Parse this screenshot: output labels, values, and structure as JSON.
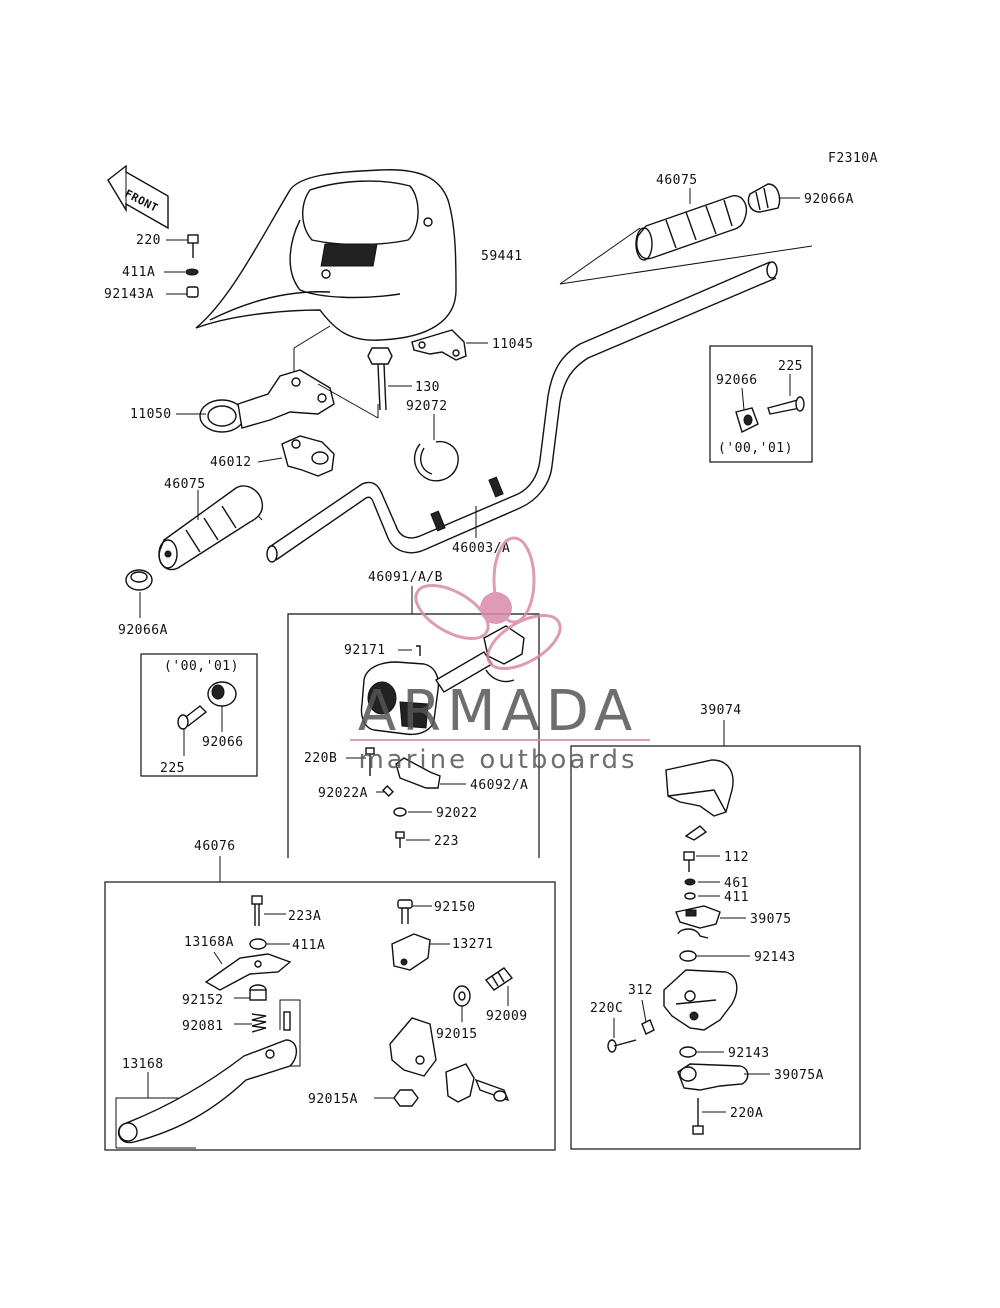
{
  "figure_code": "F2310A",
  "front_label": "FRONT",
  "inset_years": "('00,'01)",
  "watermark": {
    "brand": "ARMADA",
    "tagline": "marine outboards",
    "pink": "#d98aa8",
    "gray": "#7a7a7a"
  },
  "labels": {
    "p220": "220",
    "p411A": "411A",
    "p92143A": "92143A",
    "p59441": "59441",
    "p11045": "11045",
    "p130": "130",
    "p92072": "92072",
    "p11050": "11050",
    "p46012": "46012",
    "p46075_left": "46075",
    "p46075_right": "46075",
    "p92066A_right": "92066A",
    "p92066A_left": "92066A",
    "p46003A": "46003/A",
    "p92066_top": "92066",
    "p225_top": "225",
    "p46091": "46091/A/B",
    "p92171": "92171",
    "p220B": "220B",
    "p46092": "46092/A",
    "p92022A": "92022A",
    "p92022": "92022",
    "p223": "223",
    "p92066_left": "92066",
    "p225_left": "225",
    "p39074": "39074",
    "p46076": "46076",
    "p223A": "223A",
    "p411A_b": "411A",
    "p13168A": "13168A",
    "p92152": "92152",
    "p92081": "92081",
    "p13168": "13168",
    "p92150": "92150",
    "p13271": "13271",
    "p92009": "92009",
    "p92015": "92015",
    "p92015A": "92015A",
    "p112": "112",
    "p461": "461",
    "p411": "411",
    "p39075": "39075",
    "p92143_a": "92143",
    "p312": "312",
    "p220C": "220C",
    "p92143_b": "92143",
    "p39075A": "39075A",
    "p220A": "220A"
  }
}
